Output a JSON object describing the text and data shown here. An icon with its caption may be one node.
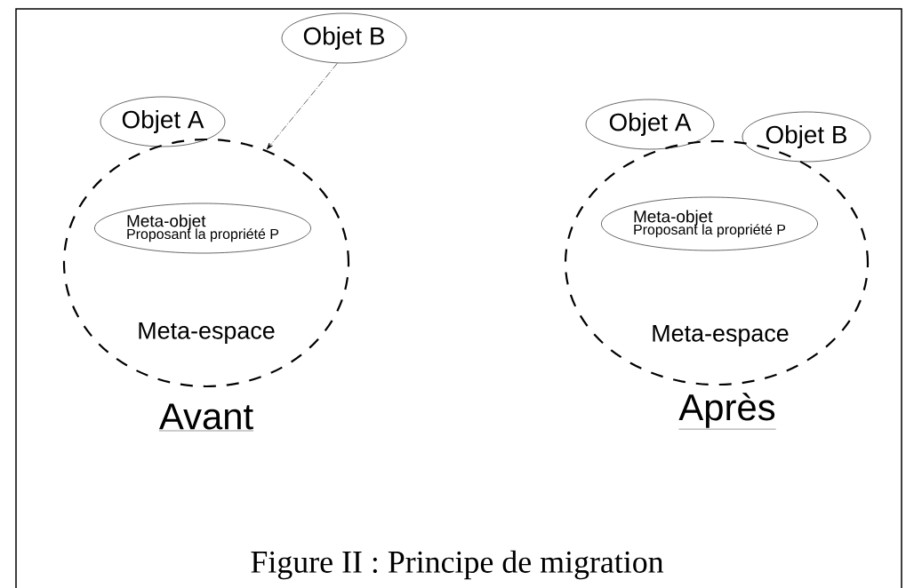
{
  "diagram": {
    "caption": "Figure II : Principe de migration",
    "nodes": [
      {
        "text": [
          "Meta-espace"
        ]
      },
      {
        "text": [
          "Objet A"
        ]
      },
      {
        "text": [
          "Meta-objet",
          "Proposant la propriété P"
        ],
        "in": 0
      },
      {
        "text": [
          "Objet B"
        ]
      },
      {
        "text": [
          "Meta-espace"
        ]
      },
      {
        "text": [
          "Objet A"
        ]
      },
      {
        "text": [
          "Objet B"
        ]
      },
      {
        "text": [
          "Meta-objet",
          "Proposant la propriété P"
        ],
        "in": 4
      }
    ],
    "edges": [
      {
        "from": 3,
        "to": 0,
        "arrow": "to",
        "style": "dashed"
      }
    ],
    "labels": [
      "Avant",
      "Après"
    ]
  }
}
